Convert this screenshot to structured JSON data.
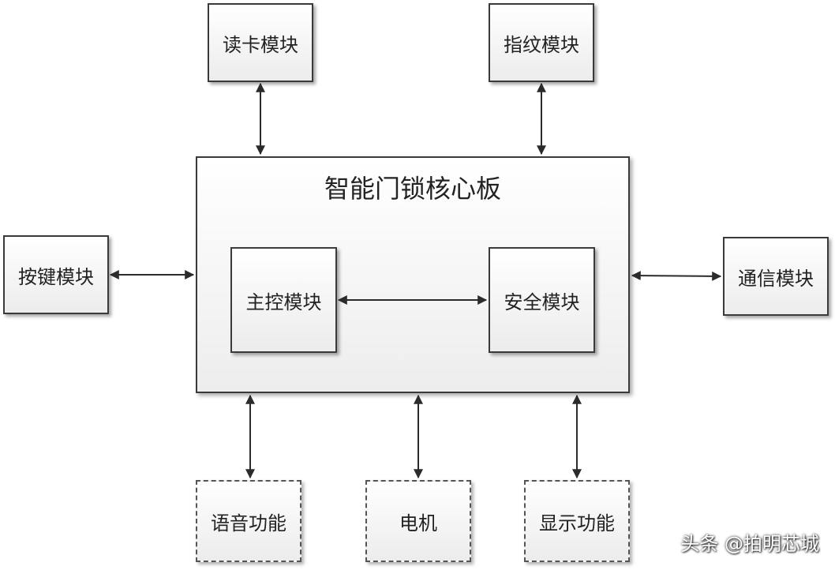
{
  "core": {
    "title": "智能门锁核心板"
  },
  "inner": {
    "main_control": "主控模块",
    "security": "安全模块"
  },
  "top": {
    "card_reader": "读卡模块",
    "fingerprint": "指纹模块"
  },
  "left": {
    "keypad": "按键模块"
  },
  "right": {
    "communication": "通信模块"
  },
  "bottom": {
    "voice": "语音功能",
    "motor": "电机",
    "display": "显示功能"
  },
  "watermark": "头条 @拍明芯城",
  "colors": {
    "border": "#3a3a3a",
    "arrow": "#2b2b2b",
    "fill_top": "#ffffff",
    "fill_bottom": "#ececec"
  }
}
